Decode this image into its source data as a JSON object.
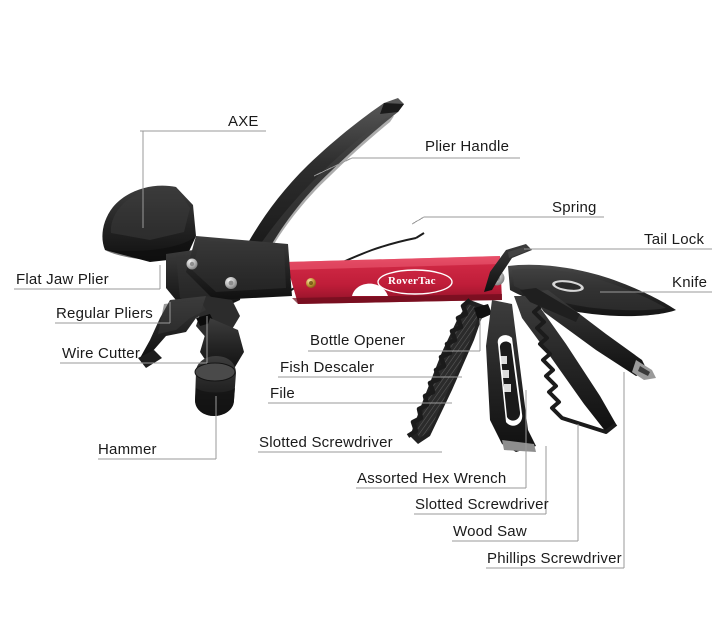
{
  "image": {
    "kind": "product-annotation-diagram",
    "subject": "multi-tool hammer axe with folding implements",
    "background_color": "#ffffff",
    "brand_text": "RoverTac",
    "handle_color": "#c4213c",
    "tool_color": "#2b2b2b",
    "leader_color": "#9a9a9a"
  },
  "callouts": [
    {
      "id": "axe",
      "label": "AXE"
    },
    {
      "id": "plier-handle",
      "label": "Plier Handle"
    },
    {
      "id": "spring",
      "label": "Spring"
    },
    {
      "id": "tail-lock",
      "label": "Tail Lock"
    },
    {
      "id": "knife",
      "label": "Knife"
    },
    {
      "id": "flat-jaw-plier",
      "label": "Flat Jaw Plier"
    },
    {
      "id": "regular-pliers",
      "label": "Regular Pliers"
    },
    {
      "id": "wire-cutter",
      "label": "Wire Cutter"
    },
    {
      "id": "hammer",
      "label": "Hammer"
    },
    {
      "id": "bottle-opener",
      "label": "Bottle Opener"
    },
    {
      "id": "fish-descaler",
      "label": "Fish Descaler"
    },
    {
      "id": "file",
      "label": "File"
    },
    {
      "id": "slotted-screwdriver-1",
      "label": "Slotted Screwdriver"
    },
    {
      "id": "assorted-hex-wrench",
      "label": "Assorted Hex Wrench"
    },
    {
      "id": "slotted-screwdriver-2",
      "label": "Slotted Screwdriver"
    },
    {
      "id": "wood-saw",
      "label": "Wood Saw"
    },
    {
      "id": "phillips-screwdriver",
      "label": "Phillips Screwdriver"
    }
  ]
}
